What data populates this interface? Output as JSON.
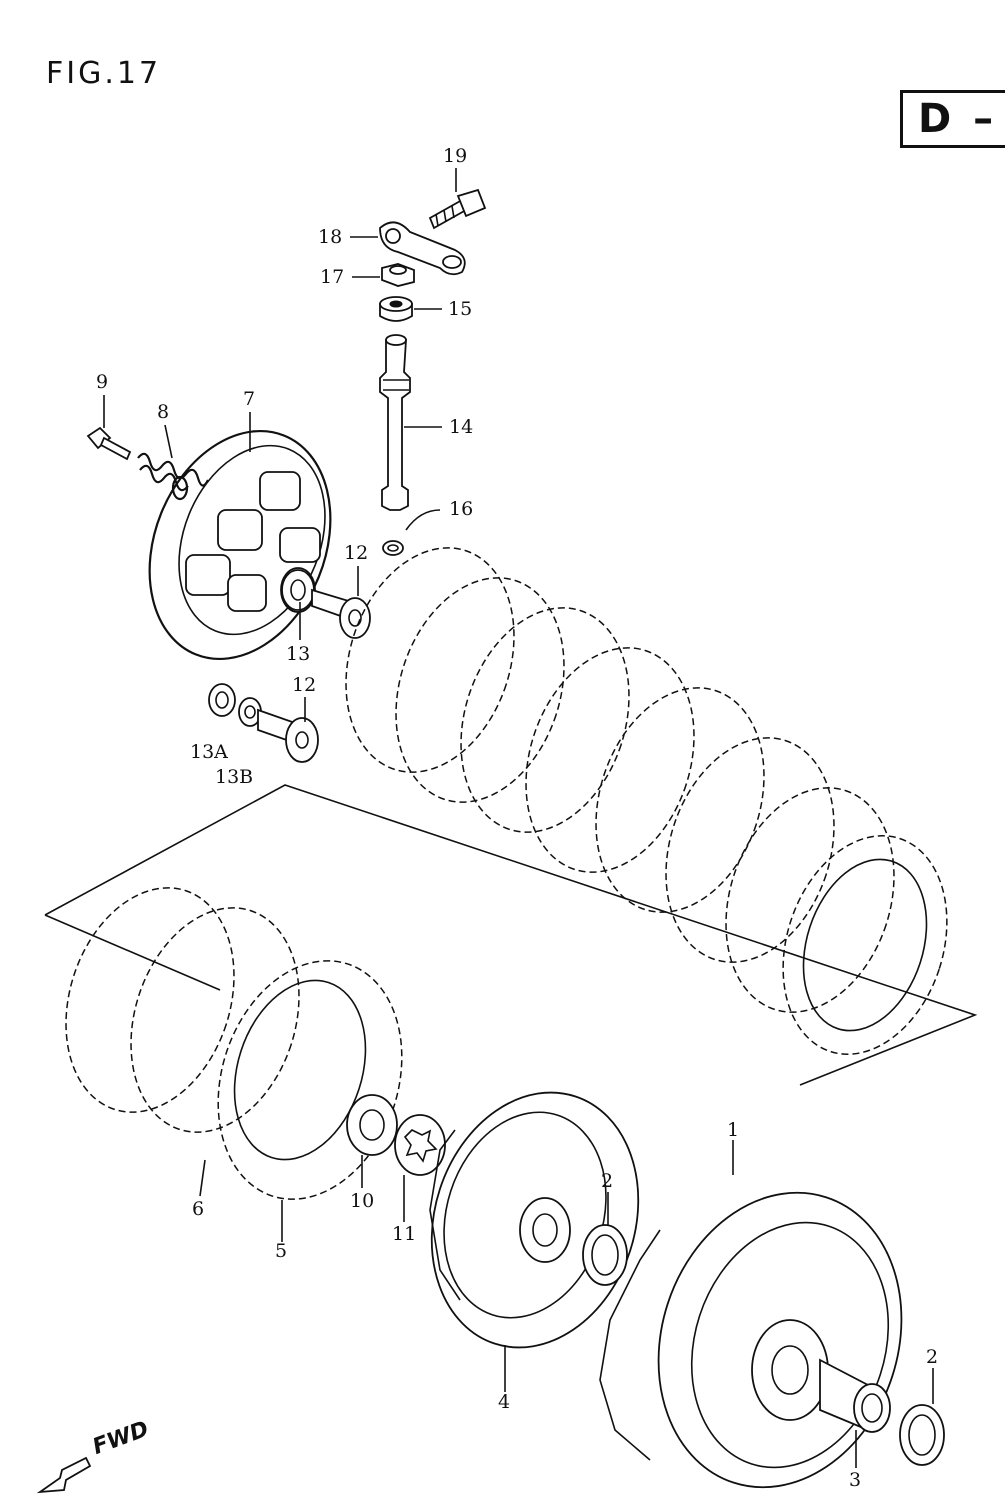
{
  "figure": {
    "title": "FIG.17",
    "section": "D –"
  },
  "callouts": [
    {
      "id": "c1",
      "text": "1"
    },
    {
      "id": "c2a",
      "text": "2"
    },
    {
      "id": "c2b",
      "text": "2"
    },
    {
      "id": "c3",
      "text": "3"
    },
    {
      "id": "c4",
      "text": "4"
    },
    {
      "id": "c5",
      "text": "5"
    },
    {
      "id": "c6",
      "text": "6"
    },
    {
      "id": "c7",
      "text": "7"
    },
    {
      "id": "c8",
      "text": "8"
    },
    {
      "id": "c9",
      "text": "9"
    },
    {
      "id": "c10",
      "text": "10"
    },
    {
      "id": "c11",
      "text": "11"
    },
    {
      "id": "c12a",
      "text": "12"
    },
    {
      "id": "c12b",
      "text": "12"
    },
    {
      "id": "c13",
      "text": "13"
    },
    {
      "id": "c13a",
      "text": "13A"
    },
    {
      "id": "c13b",
      "text": "13B"
    },
    {
      "id": "c14",
      "text": "14"
    },
    {
      "id": "c15",
      "text": "15"
    },
    {
      "id": "c16",
      "text": "16"
    },
    {
      "id": "c17",
      "text": "17"
    },
    {
      "id": "c18",
      "text": "18"
    },
    {
      "id": "c19",
      "text": "19"
    }
  ],
  "direction": {
    "label": "FWD",
    "icon": "forward-arrow-icon"
  }
}
